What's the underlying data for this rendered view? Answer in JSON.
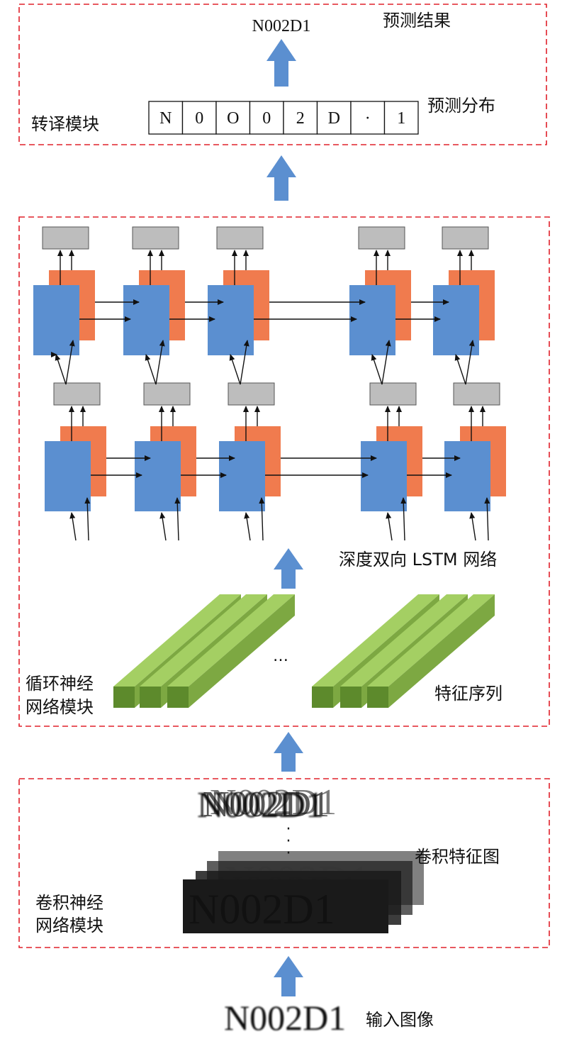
{
  "colors": {
    "dashed_border": "#e0202a",
    "arrow_blue": "#5b8fd0",
    "lstm_forward": "#5b8fd0",
    "lstm_backward": "#f07b4e",
    "gray_output": "#bdbdbd",
    "feature_green_top": "#a4cf63",
    "feature_green_side": "#7da842",
    "feature_green_front": "#5d8a2c"
  },
  "translation_module": {
    "label": "转译模块",
    "result_label": "预测结果",
    "result_value": "N002D1",
    "distribution_label": "预测分布",
    "distribution_cells": [
      "N",
      "0",
      "O",
      "0",
      "2",
      "D",
      "·",
      "1"
    ]
  },
  "rnn_module": {
    "label_line1": "循环神经",
    "label_line2": "网络模块",
    "lstm_label": "深度双向 LSTM 网络",
    "sequence_label": "特征序列",
    "ellipsis": "…",
    "layer_ellipsis": "· · ·"
  },
  "cnn_module": {
    "label_line1": "卷积神经",
    "label_line2": "网络模块",
    "feature_map_label": "卷积特征图",
    "feature_map_text": "N002D1",
    "vertical_ellipsis": "·"
  },
  "input": {
    "label": "输入图像",
    "image_text": "N002D1"
  }
}
